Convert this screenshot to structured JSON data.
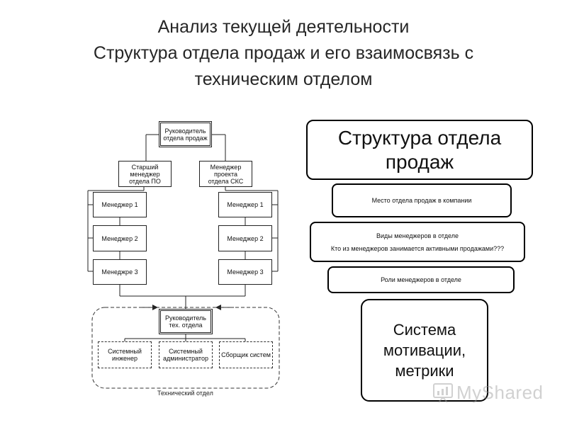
{
  "slide": {
    "title_line1": "Анализ текущей деятельности",
    "title_line2": "Структура отдела продаж и его взаимосвязь с",
    "title_line3": "техническим отделом"
  },
  "org_chart": {
    "head": "Руководитель\nотдела продаж",
    "senior_manager": "Старший\nменеджер\nотдела ПО",
    "project_manager": "Менеджер\nпроекта\nотдела СКС",
    "left_managers": [
      "Менеджер 1",
      "Менеджер 2",
      "Менеджре 3"
    ],
    "right_managers": [
      "Менеджер 1",
      "Менеджер 2",
      "Менеджер 3"
    ],
    "tech_head": "Руководитель\nтех. отдела",
    "tech_staff": [
      "Системный\nинженер",
      "Системный\nадминистратор",
      "Сборщик систем"
    ],
    "tech_caption": "Технический отдел"
  },
  "right_panel": {
    "main": "Структура отдела продаж",
    "place": "Место отдела продаж в компании",
    "types_line1": "Виды менеджеров в отделе",
    "types_line2": "Кто из менеджеров занимается активными продажами???",
    "roles": "Роли менеджеров в отделе",
    "motivation": "Система мотивации, метрики"
  },
  "watermark": {
    "text": "MyShared"
  }
}
